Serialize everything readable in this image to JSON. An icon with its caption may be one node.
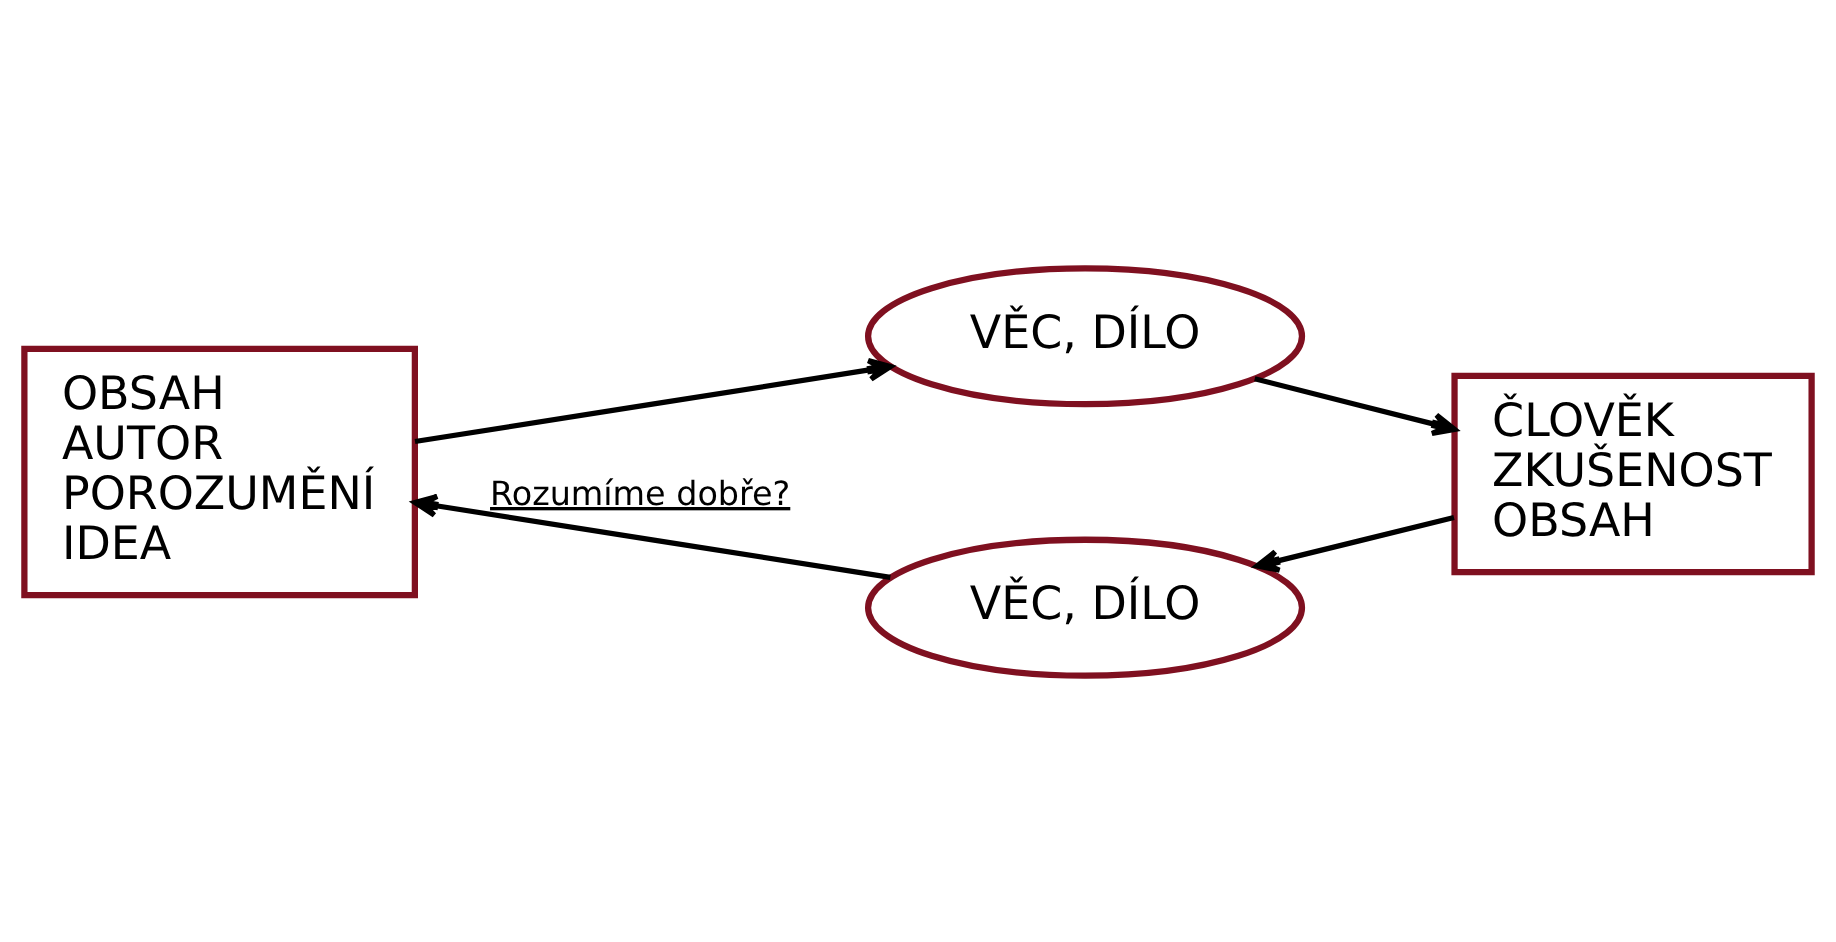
{
  "diagram": {
    "nodes": [
      {
        "text": [
          "OBSAH",
          "AUTOR",
          "POROZUMĚNÍ",
          "IDEA"
        ]
      },
      {
        "text": [
          "VĚC, DÍLO"
        ]
      },
      {
        "text": [
          "ČLOVĚK",
          "ZKUŠENOST",
          "OBSAH"
        ]
      },
      {
        "text": [
          "VĚC, DÍLO"
        ]
      }
    ],
    "edges": [
      {
        "from": 0,
        "to": 1,
        "arrow": "to"
      },
      {
        "from": 1,
        "to": 2,
        "arrow": "to"
      },
      {
        "from": 2,
        "to": 3,
        "arrow": "to"
      },
      {
        "from": 3,
        "to": 0,
        "arrow": "to",
        "label": "Rozumíme dobře?"
      }
    ]
  }
}
